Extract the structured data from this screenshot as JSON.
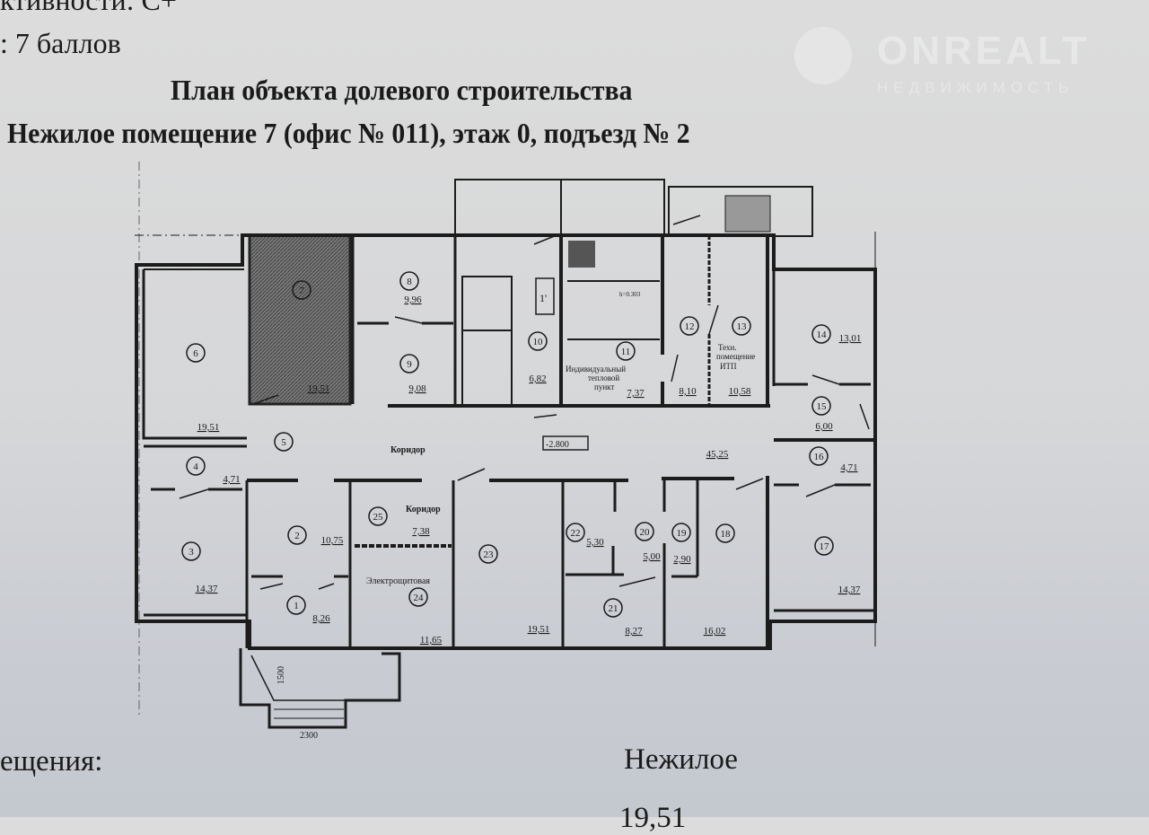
{
  "header": {
    "line_energy": "ктивности: С+",
    "line_score": ": 7 баллов",
    "title": "План объекта долевого строительства",
    "subtitle": "Нежилое помещение 7 (офис № 011), этаж 0, подъезд № 2"
  },
  "watermark": {
    "name": "ONREALT",
    "sub": "НЕДВИЖИМОСТЬ"
  },
  "plan": {
    "highlighted_room": "7",
    "rooms": [
      {
        "num": "1",
        "area": "8,26"
      },
      {
        "num": "2",
        "area": "10,75"
      },
      {
        "num": "3",
        "area": "14,37"
      },
      {
        "num": "4",
        "area": "4,71"
      },
      {
        "num": "5",
        "area": "45,25"
      },
      {
        "num": "6",
        "area": "19,51"
      },
      {
        "num": "7",
        "area": "19,51"
      },
      {
        "num": "8",
        "area": "9,96"
      },
      {
        "num": "9",
        "area": "9,08"
      },
      {
        "num": "10",
        "area": "6,82"
      },
      {
        "num": "11",
        "area": "7,37"
      },
      {
        "num": "12",
        "area": "8,10"
      },
      {
        "num": "13",
        "area": "10,58"
      },
      {
        "num": "14",
        "area": "13,01"
      },
      {
        "num": "15",
        "area": "6,00"
      },
      {
        "num": "16",
        "area": "4,71"
      },
      {
        "num": "17",
        "area": "14,37"
      },
      {
        "num": "18",
        "area": "16,02"
      },
      {
        "num": "19",
        "area": "2,90"
      },
      {
        "num": "20",
        "area": "5,00"
      },
      {
        "num": "21",
        "area": "8,27"
      },
      {
        "num": "22",
        "area": "5,30"
      },
      {
        "num": "23",
        "area": "19,51"
      },
      {
        "num": "24",
        "area": "11,65"
      },
      {
        "num": "25",
        "area": "7,38"
      }
    ],
    "labels": {
      "corridor_main": "Коридор",
      "corridor_25": "Коридор",
      "electrical": "Электрощитовая",
      "heat_point_1": "Индивидуальный",
      "heat_point_2": "тепловой",
      "heat_point_3": "пункт",
      "tech_1": "Техн.",
      "tech_2": "помещение",
      "tech_3": "ИТП",
      "level": "-2.800",
      "room_1prime": "1'",
      "height_mark": "h=0.303"
    },
    "dimensions": {
      "porch_depth": "1500",
      "porch_width": "2300"
    }
  },
  "footer": {
    "label": "ещения:",
    "type_value": "Нежилое",
    "area_value": "19,51"
  }
}
